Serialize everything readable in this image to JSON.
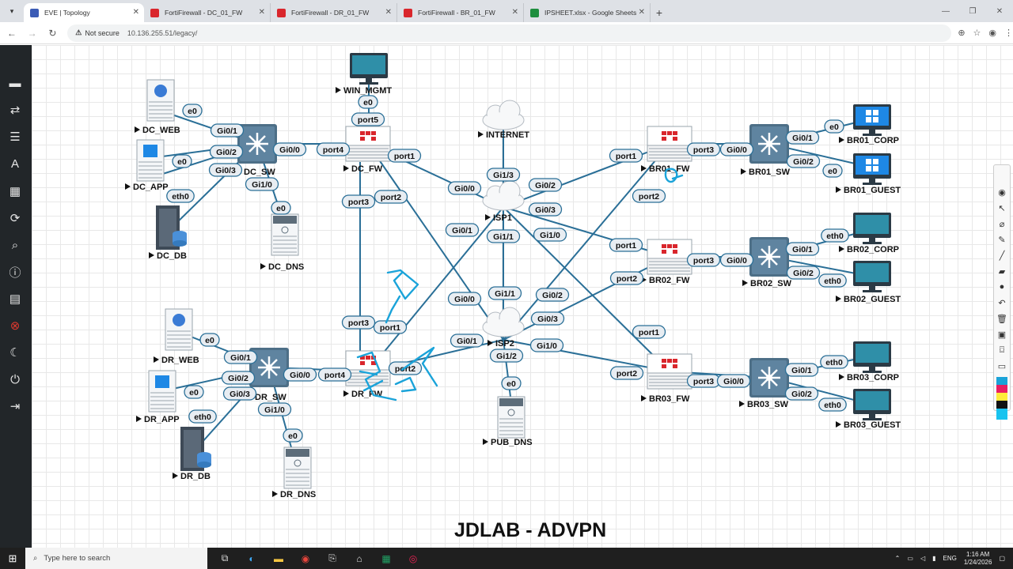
{
  "browser": {
    "tabs": [
      {
        "title": "EVE | Topology",
        "favicon": "eve",
        "active": true
      },
      {
        "title": "FortiFirewall - DC_01_FW",
        "favicon": "forti"
      },
      {
        "title": "FortiFirewall - DR_01_FW",
        "favicon": "forti"
      },
      {
        "title": "FortiFirewall - BR_01_FW",
        "favicon": "forti"
      },
      {
        "title": "IPSHEET.xlsx - Google Sheets",
        "favicon": "sheet"
      }
    ],
    "security_label": "Not secure",
    "url": "10.136.255.51/legacy/"
  },
  "topology": {
    "title": "JDLAB - ADVPN",
    "link_color": "#2a6f97",
    "port_fill": "#e8edf2",
    "port_stroke": "#2a6f97",
    "annotation_color": "#1aa3d9",
    "nodes": [
      {
        "id": "WIN_MGMT",
        "label": "WIN_MGMT",
        "icon": "monitor-icon"
      },
      {
        "id": "DC_WEB",
        "label": "DC_WEB",
        "icon": "web-server-icon"
      },
      {
        "id": "DC_APP",
        "label": "DC_APP",
        "icon": "windows-server-icon"
      },
      {
        "id": "DC_DB",
        "label": "DC_DB",
        "icon": "database-server-icon"
      },
      {
        "id": "DC_SW",
        "label": "DC_SW",
        "icon": "switch-icon"
      },
      {
        "id": "DC_FW",
        "label": "DC_FW",
        "icon": "firewall-icon"
      },
      {
        "id": "DC_DNS",
        "label": "DC_DNS",
        "icon": "dns-server-icon"
      },
      {
        "id": "INTERNET",
        "label": "INTERNET",
        "icon": "cloud-icon"
      },
      {
        "id": "ISP1",
        "label": "ISP1",
        "icon": "cloud-icon"
      },
      {
        "id": "ISP2",
        "label": "ISP2",
        "icon": "cloud-icon"
      },
      {
        "id": "PUB_DNS",
        "label": "PUB_DNS",
        "icon": "dns-server-icon"
      },
      {
        "id": "DR_WEB",
        "label": "DR_WEB",
        "icon": "web-server-icon"
      },
      {
        "id": "DR_APP",
        "label": "DR_APP",
        "icon": "windows-server-icon"
      },
      {
        "id": "DR_DB",
        "label": "DR_DB",
        "icon": "database-server-icon"
      },
      {
        "id": "DR_SW",
        "label": "DR_SW",
        "icon": "switch-icon"
      },
      {
        "id": "DR_FW",
        "label": "DR_FW",
        "icon": "firewall-icon"
      },
      {
        "id": "DR_DNS",
        "label": "DR_DNS",
        "icon": "dns-server-icon"
      },
      {
        "id": "BR01_FW",
        "label": "BR01_FW",
        "icon": "firewall-icon"
      },
      {
        "id": "BR01_SW",
        "label": "BR01_SW",
        "icon": "switch-icon"
      },
      {
        "id": "BR01_CORP",
        "label": "BR01_CORP",
        "icon": "windows-monitor-icon"
      },
      {
        "id": "BR01_GUEST",
        "label": "BR01_GUEST",
        "icon": "windows-monitor-icon"
      },
      {
        "id": "BR02_FW",
        "label": "BR02_FW",
        "icon": "firewall-icon"
      },
      {
        "id": "BR02_SW",
        "label": "BR02_SW",
        "icon": "switch-icon"
      },
      {
        "id": "BR02_CORP",
        "label": "BR02_CORP",
        "icon": "monitor-icon"
      },
      {
        "id": "BR02_GUEST",
        "label": "BR02_GUEST",
        "icon": "monitor-icon"
      },
      {
        "id": "BR03_FW",
        "label": "BR03_FW",
        "icon": "firewall-icon"
      },
      {
        "id": "BR03_SW",
        "label": "BR03_SW",
        "icon": "switch-icon"
      },
      {
        "id": "BR03_CORP",
        "label": "BR03_CORP",
        "icon": "monitor-icon"
      },
      {
        "id": "BR03_GUEST",
        "label": "BR03_GUEST",
        "icon": "monitor-icon"
      }
    ],
    "ports": [
      "e0",
      "port5",
      "Gi0/1",
      "e0",
      "Gi0/2",
      "e0",
      "Gi0/3",
      "eth0",
      "Gi1/0",
      "e0",
      "Gi0/0",
      "port4",
      "port1",
      "port3",
      "port2",
      "Gi0/0",
      "Gi1/3",
      "Gi0/1",
      "Gi1/1",
      "Gi0/0",
      "Gi1/1",
      "Gi0/2",
      "Gi0/3",
      "Gi1/0",
      "Gi0/2",
      "Gi0/3",
      "Gi1/0",
      "Gi0/1",
      "Gi1/2",
      "e0",
      "e0",
      "Gi0/1",
      "e0",
      "Gi0/2",
      "Gi0/3",
      "eth0",
      "Gi0/0",
      "port4",
      "port3",
      "port1",
      "port2",
      "Gi1/0",
      "e0",
      "port1",
      "port3",
      "Gi0/0",
      "Gi0/1",
      "e0",
      "Gi0/2",
      "e0",
      "port2",
      "port1",
      "port3",
      "Gi0/0",
      "Gi0/1",
      "eth0",
      "Gi0/2",
      "eth0",
      "port2",
      "port1",
      "port3",
      "Gi0/0",
      "Gi0/1",
      "eth0",
      "Gi0/2",
      "eth0",
      "port2"
    ]
  },
  "taskbar": {
    "search_placeholder": "Type here to search",
    "language": "ENG",
    "time": "1:16 AM",
    "date": "1/24/2026"
  }
}
